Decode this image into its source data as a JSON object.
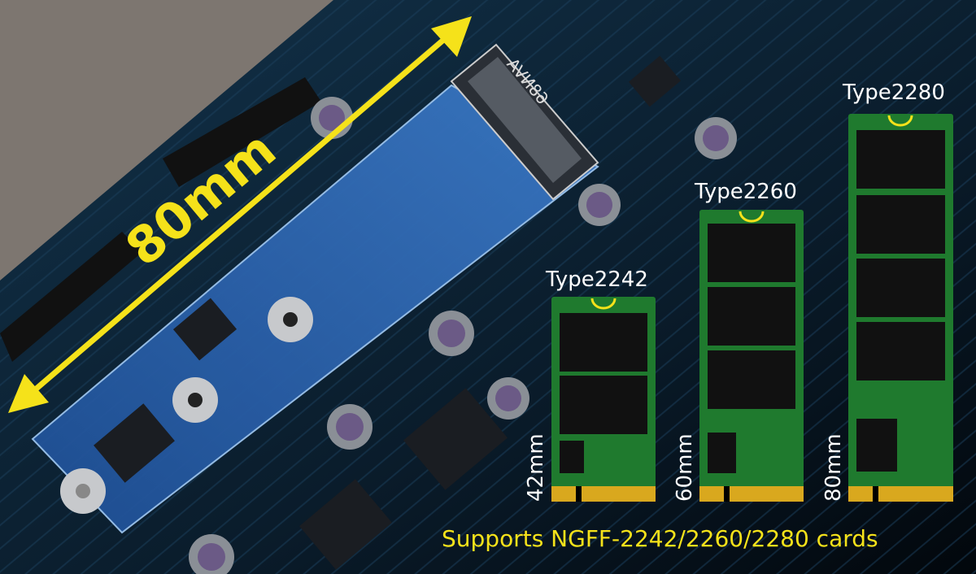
{
  "length_callout": "80mm",
  "slot_marking": "68NVA",
  "cards": [
    {
      "type_label": "Type2242",
      "length_label": "42mm"
    },
    {
      "type_label": "Type2260",
      "length_label": "60mm"
    },
    {
      "type_label": "Type2280",
      "length_label": "80mm"
    }
  ],
  "caption": "Supports NGFF-2242/2260/2280 cards",
  "colors": {
    "accent_yellow": "#f5e21a",
    "pcb_green": "#1f7a2e",
    "board_navy": "#0b1f30",
    "highlight_blue": "#2f67b5",
    "gold": "#d9a81e"
  }
}
